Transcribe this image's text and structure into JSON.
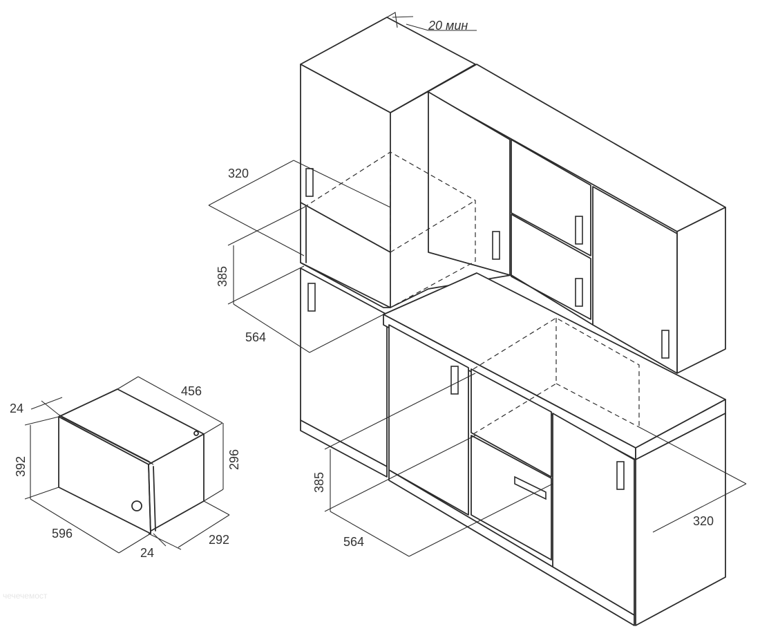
{
  "labels": {
    "gap_min": "20 мин",
    "upper_depth": "320",
    "upper_height": "385",
    "upper_width": "564",
    "lower_height": "385",
    "lower_width": "564",
    "lower_depth": "320",
    "oven_width": "596",
    "oven_height": "392",
    "oven_frame_top": "24",
    "oven_body_width": "456",
    "oven_body_height": "296",
    "oven_body_depth": "292",
    "oven_frame_bottom": "24"
  },
  "watermark": "чечечемост"
}
